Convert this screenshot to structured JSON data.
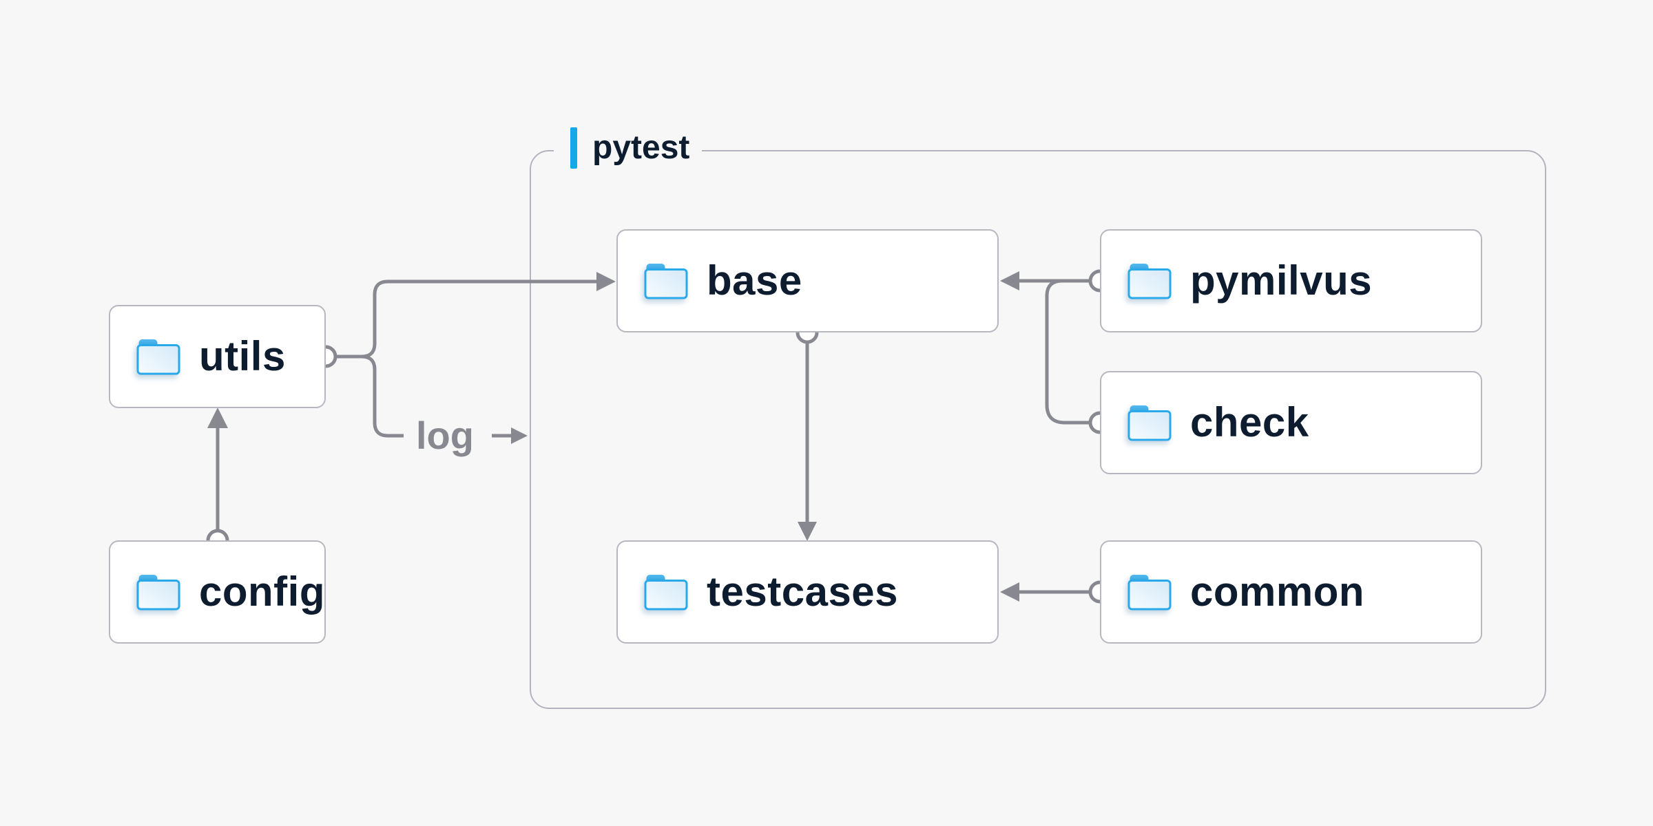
{
  "diagram": {
    "container": {
      "label": "pytest"
    },
    "nodes": [
      {
        "id": "utils",
        "label": "utils",
        "icon": "folder-icon"
      },
      {
        "id": "config",
        "label": "config",
        "icon": "folder-icon"
      },
      {
        "id": "base",
        "label": "base",
        "icon": "folder-icon"
      },
      {
        "id": "pymilvus",
        "label": "pymilvus",
        "icon": "folder-icon"
      },
      {
        "id": "check",
        "label": "check",
        "icon": "folder-icon"
      },
      {
        "id": "testcases",
        "label": "testcases",
        "icon": "folder-icon"
      },
      {
        "id": "common",
        "label": "common",
        "icon": "folder-icon"
      }
    ],
    "edges": [
      {
        "from": "config",
        "to": "utils",
        "style": "arrow"
      },
      {
        "from": "utils",
        "to": "base",
        "style": "arrow"
      },
      {
        "from": "utils",
        "to": "log",
        "label": "log",
        "style": "labeled-arrow"
      },
      {
        "from": "base",
        "to": "testcases",
        "style": "arrow"
      },
      {
        "from": "pymilvus",
        "to": "base",
        "style": "arrow"
      },
      {
        "from": "check",
        "to": "base",
        "style": "arrow"
      },
      {
        "from": "common",
        "to": "testcases",
        "style": "arrow"
      }
    ]
  },
  "colors": {
    "background": "#f7f7f8",
    "accent_blue": "#13a9ea",
    "folder_stroke_blue": "#2aa9ea",
    "connector_gray": "#888890",
    "text_navy": "#0e1c30",
    "node_border": "#b7b7c1",
    "group_border": "#b4b4bf"
  }
}
